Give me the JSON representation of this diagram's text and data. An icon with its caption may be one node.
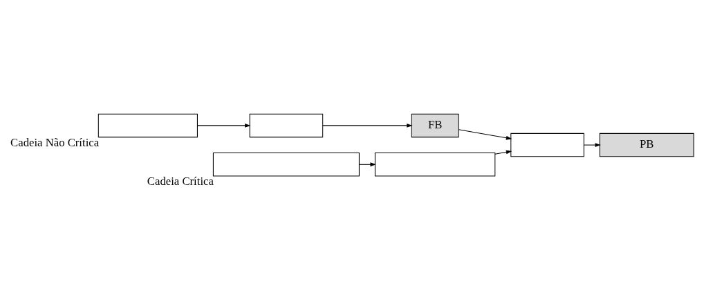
{
  "diagram": {
    "nodes": [
      {
        "text": [],
        "shape": "box",
        "beside": [
          "Cadeia Não Crítica"
        ]
      },
      {
        "text": [],
        "shape": "box"
      },
      {
        "text": [
          "FB"
        ]
      },
      {
        "text": [],
        "shape": "box",
        "beside": [
          "Cadeia Crítica"
        ]
      },
      {
        "text": [],
        "shape": "box"
      },
      {
        "text": [],
        "shape": "box"
      },
      {
        "text": [
          "PB"
        ]
      }
    ],
    "edges": [
      {
        "from": 0,
        "to": 1,
        "arrow": "to"
      },
      {
        "from": 1,
        "to": 2,
        "arrow": "to"
      },
      {
        "from": 3,
        "to": 4,
        "arrow": "to"
      },
      {
        "from": 2,
        "to": 5,
        "arrow": "to"
      },
      {
        "from": 4,
        "to": 5,
        "arrow": "to"
      },
      {
        "from": 5,
        "to": 6,
        "arrow": "to"
      }
    ]
  }
}
